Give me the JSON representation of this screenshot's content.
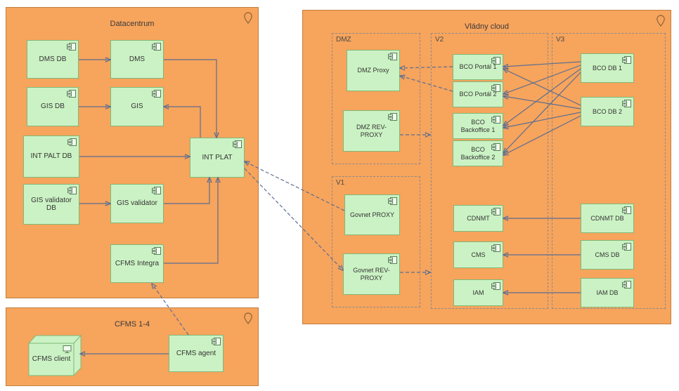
{
  "colors": {
    "container_fill": "#F7A45C",
    "container_border": "#C07F3F",
    "node_fill": "#CBF2C4",
    "node_border": "#7FB97A",
    "connector": "#5C6E91",
    "group_border": "#8C8C8C",
    "text": "#333333"
  },
  "icons": {
    "container_corner": "location-pin-icon",
    "node_corner": "component-icon",
    "client_corner": "monitor-icon",
    "client_shape": "3d-node-cube"
  },
  "containers": {
    "datacentrum": "Datacentrum",
    "cfms": "CFMS 1-4",
    "cloud": "Vládny cloud"
  },
  "groups": {
    "dmz": "DMZ",
    "v1": "V1",
    "v2": "V2",
    "v3": "V3"
  },
  "nodes": {
    "dms_db": "DMS DB",
    "dms": "DMS",
    "gis_db": "GIS DB",
    "gis": "GIS",
    "int_palt_db": "INT PALT DB",
    "int_plat": "INT PLAT",
    "gis_validator_db": "GIS validator DB",
    "gis_validator": "GIS validator",
    "cfms_integra": "CFMS Integra",
    "cfms_client": "CFMS client",
    "cfms_agent": "CFMS agent",
    "dmz_proxy": "DMZ Proxy",
    "dmz_rev_proxy": "DMZ REV-PROXY",
    "govnet_proxy": "Govnet PROXY",
    "govnet_rev_proxy": "Govnet REV-PROXY",
    "bco_portal_1": "BCO Portál 1",
    "bco_portal_2": "BCO Portál 2",
    "bco_backoffice_1": "BCO Backoffice 1",
    "bco_backoffice_2": "BCO Backoffice 2",
    "bco_db_1": "BCO DB 1",
    "bco_db_2": "BCO DB 2",
    "cdnmt": "CDNMT",
    "cdnmt_db": "CDNMT DB",
    "cms": "CMS",
    "cms_db": "CMS DB",
    "iam": "IAM",
    "iam_db": "IAM DB"
  },
  "edges": [
    {
      "from": "dms_db",
      "to": "dms",
      "style": "solid"
    },
    {
      "from": "gis_db",
      "to": "gis",
      "style": "solid"
    },
    {
      "from": "int_palt_db",
      "to": "int_plat",
      "style": "solid"
    },
    {
      "from": "gis_validator_db",
      "to": "gis_validator",
      "style": "solid"
    },
    {
      "from": "dms",
      "to": "int_plat",
      "style": "solid"
    },
    {
      "from": "int_plat",
      "to": "gis",
      "style": "solid"
    },
    {
      "from": "gis_validator",
      "to": "int_plat",
      "style": "solid"
    },
    {
      "from": "cfms_integra",
      "to": "int_plat",
      "style": "solid"
    },
    {
      "from": "cfms_agent",
      "to": "cfms_client",
      "style": "solid"
    },
    {
      "from": "cfms_agent",
      "to": "cfms_integra",
      "style": "dashed"
    },
    {
      "from": "govnet_proxy",
      "to": "int_plat",
      "style": "dashed"
    },
    {
      "from": "int_plat",
      "to": "govnet_rev_proxy",
      "style": "dashed"
    },
    {
      "from": "dmz_rev_proxy",
      "to": "v2",
      "style": "dashed"
    },
    {
      "from": "govnet_rev_proxy",
      "to": "v2",
      "style": "dashed"
    },
    {
      "from": "bco_portal_1",
      "to": "dmz_proxy",
      "style": "dashed"
    },
    {
      "from": "bco_portal_2",
      "to": "dmz_proxy",
      "style": "dashed"
    },
    {
      "from": "bco_db_1",
      "to": "bco_portal_1",
      "style": "solid"
    },
    {
      "from": "bco_db_1",
      "to": "bco_portal_2",
      "style": "solid"
    },
    {
      "from": "bco_db_1",
      "to": "bco_backoffice_1",
      "style": "solid"
    },
    {
      "from": "bco_db_1",
      "to": "bco_backoffice_2",
      "style": "solid"
    },
    {
      "from": "bco_db_2",
      "to": "bco_portal_1",
      "style": "solid"
    },
    {
      "from": "bco_db_2",
      "to": "bco_portal_2",
      "style": "solid"
    },
    {
      "from": "bco_db_2",
      "to": "bco_backoffice_1",
      "style": "solid"
    },
    {
      "from": "bco_db_2",
      "to": "bco_backoffice_2",
      "style": "solid"
    },
    {
      "from": "cdnmt_db",
      "to": "cdnmt",
      "style": "solid"
    },
    {
      "from": "cms_db",
      "to": "cms",
      "style": "solid"
    },
    {
      "from": "iam_db",
      "to": "iam",
      "style": "solid"
    }
  ]
}
